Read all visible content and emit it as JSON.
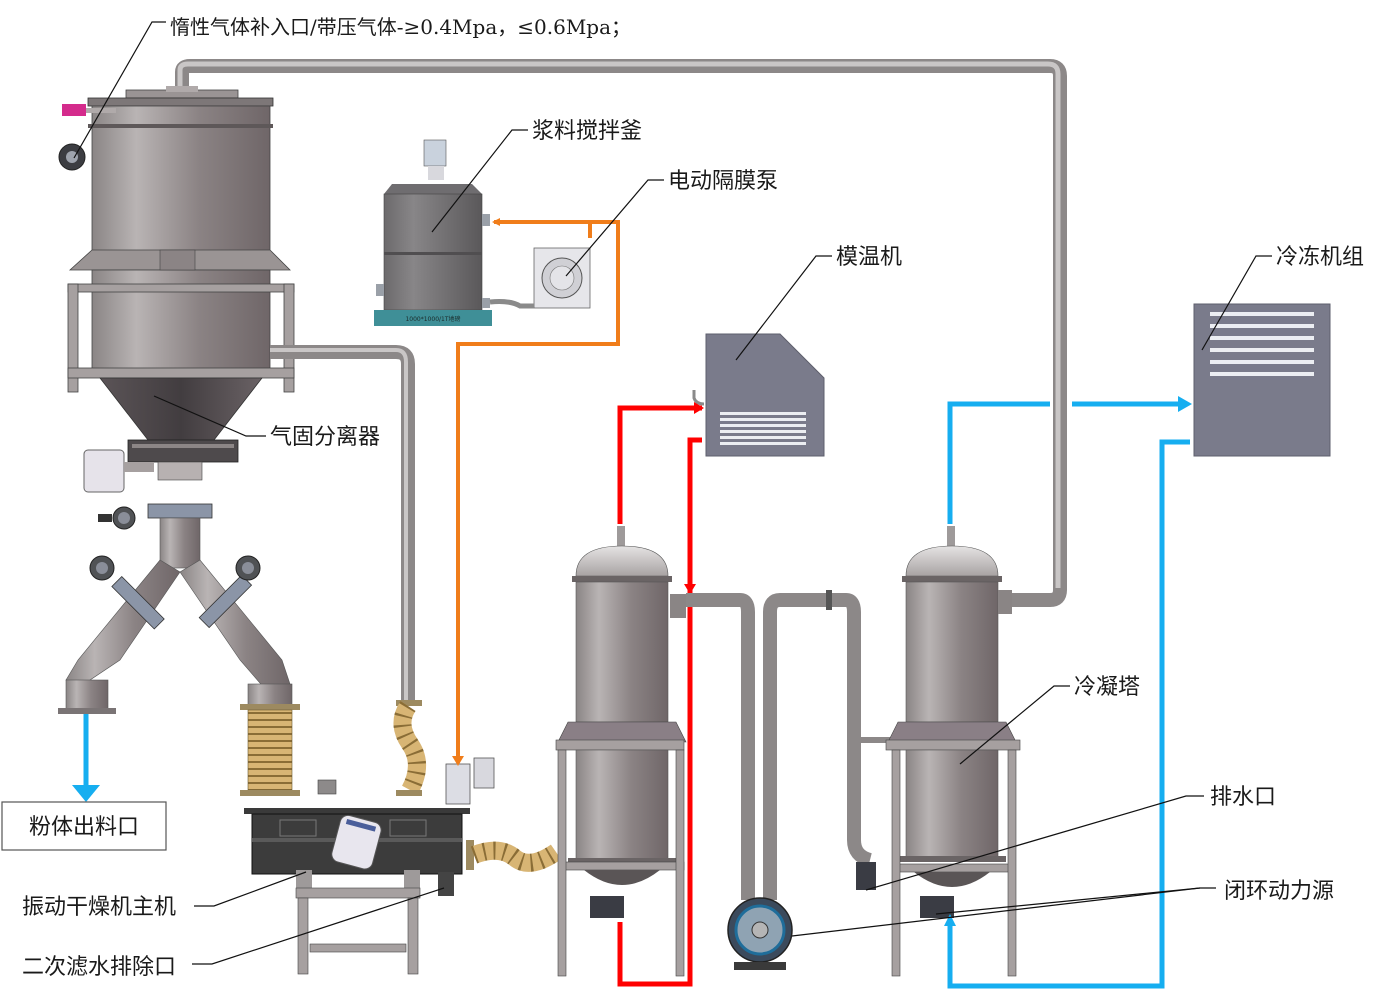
{
  "title": "振动干燥机闭环系统流程示意图",
  "labels": {
    "inert_gas_inlet": "惰性气体补入口/带压气体-≥0.4Mpa，≤0.6Mpa；",
    "slurry_tank": "浆料搅拌釜",
    "diaphragm_pump": "电动隔膜泵",
    "mold_temp_controller": "模温机",
    "chiller_unit": "冷冻机组",
    "gas_solid_separator": "气固分离器",
    "powder_outlet": "粉体出料口",
    "condenser_tower": "冷凝塔",
    "drain_outlet": "排水口",
    "vibrating_dryer_main": "振动干燥机主机",
    "closed_loop_power": "闭环动力源",
    "secondary_filter_drain": "二次滤水排除口",
    "tank_base_marking": "1000*1000/1T地磅"
  },
  "line_colors": {
    "hot_medium": "#ff0000",
    "slurry_feed": "#f07d1a",
    "chilled_medium": "#16aef0",
    "process_pipe": "#8c8888"
  },
  "equipment_colors": {
    "vessel_steel": "#8e8787",
    "cabinet": "#7a7b8b",
    "scale_base": "#3f8f97",
    "bellows": "#d8b574",
    "dryer_body": "#3c3c3c"
  }
}
